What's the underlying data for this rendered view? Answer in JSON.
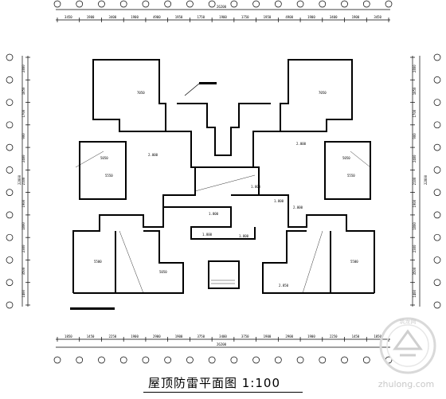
{
  "drawing": {
    "title": "屋顶防雷平面图 1:100",
    "top_overall": "26200",
    "bottom_overall": "26200",
    "left_overall": "22800",
    "right_overall": "22800",
    "top_segments": [
      "3450",
      "1900",
      "3400",
      "1900",
      "4900",
      "1950",
      "1750",
      "1900",
      "1750",
      "1950",
      "4900",
      "1900",
      "3400",
      "1900",
      "3450"
    ],
    "bottom_segments": [
      "1850",
      "1450",
      "2250",
      "1900",
      "2900",
      "1900",
      "3750",
      "3400",
      "3750",
      "1900",
      "2900",
      "1900",
      "2250",
      "1450",
      "1850"
    ],
    "left_segments": [
      "2800",
      "1850",
      "1700",
      "900",
      "2400",
      "2100",
      "1900",
      "1800",
      "2300",
      "3500",
      "1400"
    ],
    "right_segments": [
      "2800",
      "1850",
      "1700",
      "900",
      "2400",
      "2100",
      "1900",
      "1800",
      "2300",
      "3500",
      "1400"
    ],
    "room_labels": [
      "7050",
      "7050",
      "2.000",
      "2.000",
      "5050",
      "5050",
      "5550",
      "5550",
      "1.800",
      "1.800",
      "2.000",
      "5050",
      "1.800",
      "1.800",
      "1.800",
      "2.850",
      "5500",
      "5500"
    ]
  },
  "brand": {
    "watermark": "zhulong.com",
    "watermark_ring": "筑龙网"
  }
}
